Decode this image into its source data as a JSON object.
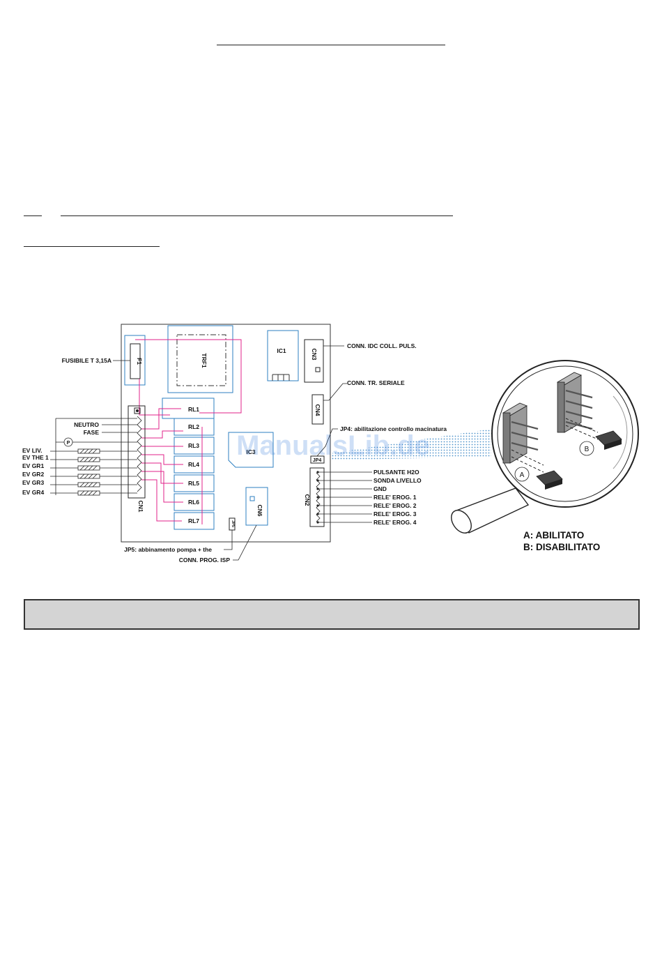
{
  "labels_left": {
    "fusibile": "FUSIBILE T 3,15A",
    "neutro": "NEUTRO",
    "fase": "FASE",
    "ev_liv": "EV LIV.",
    "ev_the1": "EV THE 1",
    "ev_gr1": "EV GR1",
    "ev_gr2": "EV GR2",
    "ev_gr3": "EV GR3",
    "ev_gr4": "EV GR4",
    "pump_symbol": "P"
  },
  "labels_right": {
    "cn3_conn": "CONN. IDC COLL. PULS.",
    "cn4_conn": "CONN. TR. SERIALE",
    "jp4_note": "JP4: abilitazione controllo macinatura",
    "pulsante": "PULSANTE H2O",
    "sonda": "SONDA LIVELLO",
    "gnd": "GND",
    "rele1": "RELE' EROG. 1",
    "rele2": "RELE' EROG. 2",
    "rele3": "RELE' EROG. 3",
    "rele4": "RELE' EROG. 4"
  },
  "labels_bottom": {
    "jp5_note": "JP5: abbinamento pompa + the",
    "isp_note": "CONN. PROG. ISP"
  },
  "components": {
    "f1": "F1",
    "trf1": "TRF1",
    "ic1": "IC1",
    "ic3": "IC3",
    "cn1": "CN1",
    "cn2": "CN2",
    "cn3": "CN3",
    "cn4": "CN4",
    "cn6": "CN6",
    "jp4": "JP4",
    "jp5": "JP5",
    "rl1": "RL1",
    "rl2": "RL2",
    "rl3": "RL3",
    "rl4": "RL4",
    "rl5": "RL5",
    "rl6": "RL6",
    "rl7": "RL7"
  },
  "magnifier": {
    "a_tag": "A",
    "b_tag": "B",
    "legend_a": "A: ABILITATO",
    "legend_b": "B: DISABILITATO"
  },
  "watermark": "ManualsLib.de",
  "colors": {
    "wire_magenta": "#e0218a",
    "outline_blue": "#2d7fc1",
    "note_box_fill": "#d4d4d4"
  }
}
